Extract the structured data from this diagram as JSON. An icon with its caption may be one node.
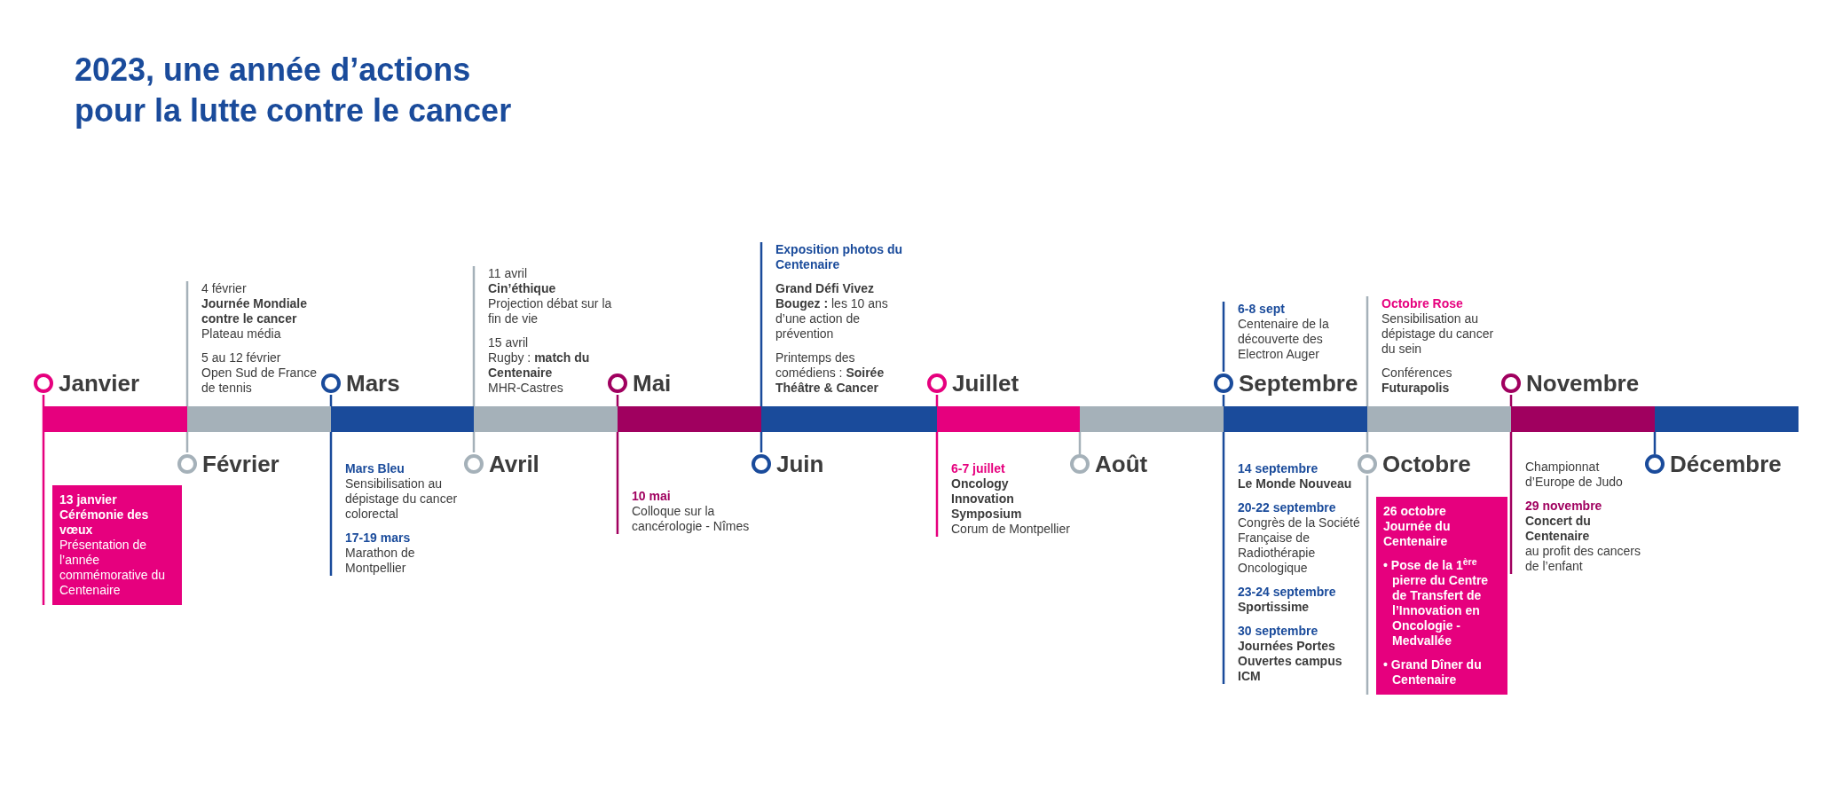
{
  "diagram": {
    "title": "2023, une année d’actions pour la lutte contre le cancer",
    "nodes": [
      {
        "text": [
          "Janvier"
        ]
      },
      {
        "text": [
          "Février"
        ]
      },
      {
        "text": [
          "Mars"
        ]
      },
      {
        "text": [
          "Avril"
        ]
      },
      {
        "text": [
          "Mai"
        ]
      },
      {
        "text": [
          "Juin"
        ]
      },
      {
        "text": [
          "Juillet"
        ]
      },
      {
        "text": [
          "Août"
        ]
      },
      {
        "text": [
          "Septembre"
        ]
      },
      {
        "text": [
          "Octobre"
        ]
      },
      {
        "text": [
          "Novembre"
        ]
      },
      {
        "text": [
          "Décembre"
        ]
      },
      {
        "text": [
          "13 janvier",
          "Cérémonie des vœux",
          "Présentation de l’année commémorative du Centenaire"
        ]
      },
      {
        "text": [
          "4 février",
          "Journée Mondiale contre le cancer",
          "Plateau média",
          "5 au 12 février",
          "Open Sud de France de tennis"
        ]
      },
      {
        "text": [
          "Mars Bleu",
          "Sensibilisation au dépistage du cancer colorectal",
          "17-19 mars",
          "Marathon de Montpellier"
        ]
      },
      {
        "text": [
          "11 avril",
          "Cin’éthique",
          "Projection débat sur la fin de vie",
          "15 avril",
          "Rugby : **match du Centenaire**",
          "MHR-Castres"
        ]
      },
      {
        "text": [
          "10 mai",
          "Colloque sur la cancérologie - Nîmes"
        ]
      },
      {
        "text": [
          "Exposition photos du Centenaire",
          "**Grand Défi Vivez Bougez :** les 10 ans d’une action de prévention",
          "Printemps des comédiens : **Soirée Théâtre & Cancer**"
        ]
      },
      {
        "text": [
          "6-7 juillet",
          "Oncology Innovation Symposium",
          "Corum de Montpellier"
        ]
      },
      {
        "text": [
          "6-8 sept",
          "Centenaire de la découverte des Electron Auger"
        ]
      },
      {
        "text": [
          "14 septembre",
          "Le Monde Nouveau",
          "20-22 septembre",
          "Congrès de la Société Française de Radiothérapie Oncologique",
          "23-24 septembre",
          "Sportissime",
          "30 septembre",
          "Journées Portes Ouvertes campus ICM"
        ]
      },
      {
        "text": [
          "Octobre Rose",
          "Sensibilisation au dépistage du cancer du sein",
          "Conférences",
          "Futurapolis"
        ]
      },
      {
        "text": [
          "26 octobre",
          "Journée du Centenaire",
          "• Pose de la 1$^{ère}$ pierre du Centre de Transfert de l’Innovation en Oncologie - Medvallée",
          "• Grand Dîner du Centenaire"
        ]
      },
      {
        "text": [
          "Championnat d’Europe de Judo",
          "29 novembre",
          "Concert du Centenaire",
          "au profit des cancers de l’enfant"
        ]
      }
    ],
    "edges": [
      {
        "from": 0,
        "to": 12,
        "arrow": "none",
        "color": "#e6007e"
      },
      {
        "from": 1,
        "to": 13,
        "arrow": "none",
        "color": "#a5b1b9"
      },
      {
        "from": 2,
        "to": 14,
        "arrow": "none",
        "color": "#1a4b9b"
      },
      {
        "from": 3,
        "to": 15,
        "arrow": "none",
        "color": "#a5b1b9"
      },
      {
        "from": 4,
        "to": 16,
        "arrow": "none",
        "color": "#a0005f"
      },
      {
        "from": 5,
        "to": 17,
        "arrow": "none",
        "color": "#1a4b9b"
      },
      {
        "from": 6,
        "to": 18,
        "arrow": "none",
        "color": "#e6007e"
      },
      {
        "from": 8,
        "to": 19,
        "arrow": "none",
        "color": "#1a4b9b"
      },
      {
        "from": 8,
        "to": 20,
        "arrow": "none",
        "color": "#1a4b9b"
      },
      {
        "from": 9,
        "to": 21,
        "arrow": "none",
        "color": "#a5b1b9"
      },
      {
        "from": 9,
        "to": 22,
        "arrow": "none",
        "color": "#a5b1b9"
      },
      {
        "from": 10,
        "to": 23,
        "arrow": "none",
        "color": "#a0005f"
      }
    ]
  }
}
